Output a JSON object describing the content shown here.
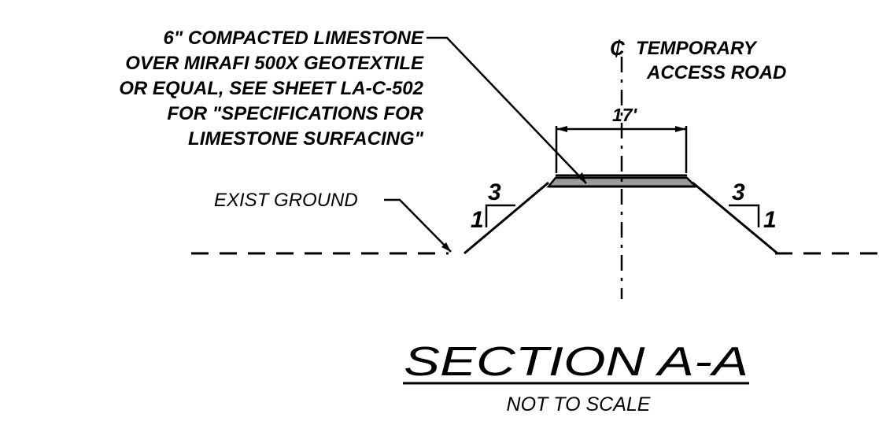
{
  "note": {
    "lines": [
      "6\" COMPACTED LIMESTONE",
      "OVER MIRAFI 500X GEOTEXTILE",
      "OR EQUAL, SEE SHEET LA-C-502",
      "FOR \"SPECIFICATIONS FOR",
      "LIMESTONE SURFACING\""
    ]
  },
  "centerline": {
    "symbol": "₵",
    "line1": "TEMPORARY",
    "line2": "ACCESS ROAD"
  },
  "dimension": {
    "top_width": "17'"
  },
  "ground": {
    "label": "EXIST GROUND"
  },
  "slope_left": {
    "run": "3",
    "rise": "1"
  },
  "slope_right": {
    "run": "3",
    "rise": "1"
  },
  "title": {
    "main": "SECTION A-A",
    "sub": "NOT TO SCALE"
  },
  "colors": {
    "ink": "#000000",
    "paper": "#ffffff"
  }
}
